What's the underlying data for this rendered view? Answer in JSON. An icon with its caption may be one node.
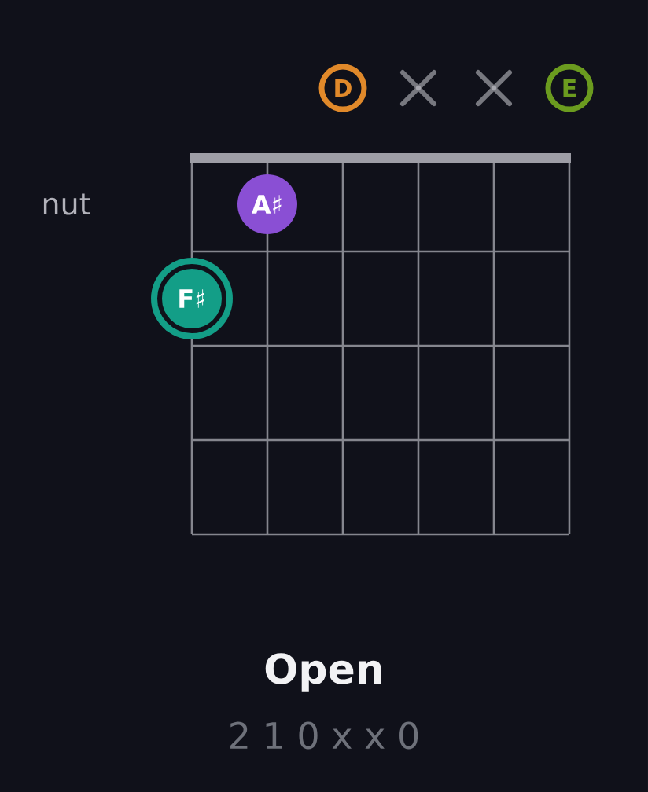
{
  "diagram": {
    "title": "Open",
    "caption": "2 1 0 x x 0",
    "nodes": [
      {
        "text": [
          "D"
        ]
      },
      {
        "text": [
          "E"
        ]
      },
      {
        "text": [
          "A♯"
        ]
      },
      {
        "text": [
          "F♯"
        ]
      }
    ],
    "labels": [
      "nut"
    ]
  }
}
